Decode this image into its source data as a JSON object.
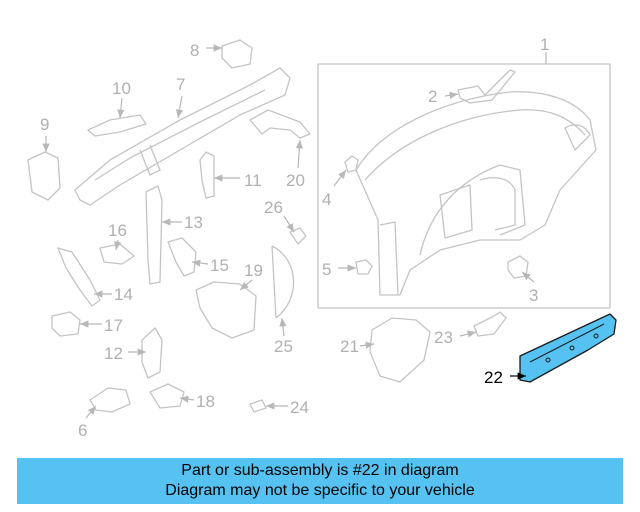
{
  "diagram": {
    "callouts": [
      "1",
      "2",
      "3",
      "4",
      "5",
      "6",
      "7",
      "8",
      "9",
      "10",
      "11",
      "12",
      "13",
      "14",
      "15",
      "16",
      "17",
      "18",
      "19",
      "20",
      "21",
      "22",
      "23",
      "24",
      "25",
      "26"
    ],
    "highlighted_callout": "22",
    "highlight_color": "#56c2f2",
    "part_line_color": "#c4c4c4"
  },
  "banner": {
    "line1": "Part or sub-assembly is #22 in diagram",
    "line2": "Diagram may not be specific to your vehicle",
    "color": "#56c2f2"
  }
}
